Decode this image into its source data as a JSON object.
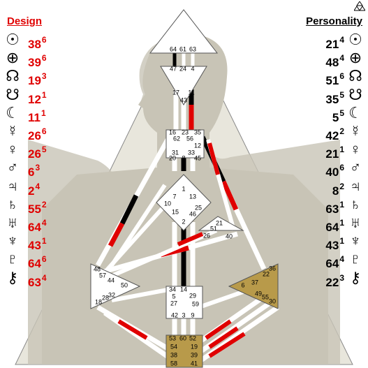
{
  "design": {
    "title": "Design",
    "rows": [
      {
        "icon": "sun-icon",
        "glyph": "☉",
        "gate": "38",
        "line": "6"
      },
      {
        "icon": "earth-icon",
        "glyph": "⊕",
        "gate": "39",
        "line": "6"
      },
      {
        "icon": "north-node-icon",
        "glyph": "☊",
        "gate": "19",
        "line": "3"
      },
      {
        "icon": "south-node-icon",
        "glyph": "☋",
        "gate": "12",
        "line": "1"
      },
      {
        "icon": "moon-icon",
        "glyph": "☾",
        "gate": "11",
        "line": "1"
      },
      {
        "icon": "mercury-icon",
        "glyph": "☿",
        "gate": "26",
        "line": "6"
      },
      {
        "icon": "venus-icon",
        "glyph": "♀",
        "gate": "26",
        "line": "5"
      },
      {
        "icon": "mars-icon",
        "glyph": "♂",
        "gate": "6",
        "line": "3"
      },
      {
        "icon": "jupiter-icon",
        "glyph": "♃",
        "gate": "2",
        "line": "4"
      },
      {
        "icon": "saturn-icon",
        "glyph": "♄",
        "gate": "55",
        "line": "2"
      },
      {
        "icon": "uranus-icon",
        "glyph": "♅",
        "gate": "64",
        "line": "4"
      },
      {
        "icon": "neptune-icon",
        "glyph": "♆",
        "gate": "43",
        "line": "1"
      },
      {
        "icon": "pluto-icon",
        "glyph": "♇",
        "gate": "64",
        "line": "6"
      },
      {
        "icon": "chiron-icon",
        "glyph": "⚷",
        "gate": "63",
        "line": "4"
      }
    ]
  },
  "personality": {
    "title": "Personality",
    "rows": [
      {
        "icon": "sun-icon",
        "glyph": "☉",
        "gate": "21",
        "line": "4"
      },
      {
        "icon": "earth-icon",
        "glyph": "⊕",
        "gate": "48",
        "line": "4"
      },
      {
        "icon": "north-node-icon",
        "glyph": "☊",
        "gate": "51",
        "line": "6"
      },
      {
        "icon": "south-node-icon",
        "glyph": "☋",
        "gate": "35",
        "line": "5"
      },
      {
        "icon": "moon-icon",
        "glyph": "☾",
        "gate": "5",
        "line": "5"
      },
      {
        "icon": "mercury-icon",
        "glyph": "☿",
        "gate": "42",
        "line": "2"
      },
      {
        "icon": "venus-icon",
        "glyph": "♀",
        "gate": "21",
        "line": "1"
      },
      {
        "icon": "mars-icon",
        "glyph": "♂",
        "gate": "40",
        "line": "6"
      },
      {
        "icon": "jupiter-icon",
        "glyph": "♃",
        "gate": "8",
        "line": "2"
      },
      {
        "icon": "saturn-icon",
        "glyph": "♄",
        "gate": "63",
        "line": "1"
      },
      {
        "icon": "uranus-icon",
        "glyph": "♅",
        "gate": "64",
        "line": "1"
      },
      {
        "icon": "neptune-icon",
        "glyph": "♆",
        "gate": "43",
        "line": "1"
      },
      {
        "icon": "pluto-icon",
        "glyph": "♇",
        "gate": "64",
        "line": "4"
      },
      {
        "icon": "chiron-icon",
        "glyph": "⚷",
        "gate": "22",
        "line": "3"
      }
    ]
  },
  "colors": {
    "design": "#e00000",
    "personality": "#000000",
    "defined_center": "#b89a4a",
    "silhouette": "#c8c4b6",
    "background_triangle": "#e8e6dc"
  },
  "logo_icon": "three-triangles-icon",
  "gates": [
    "64",
    "61",
    "63",
    "47",
    "24",
    "4",
    "17",
    "43",
    "11",
    "16",
    "62",
    "23",
    "56",
    "35",
    "12",
    "31",
    "20",
    "8",
    "33",
    "45",
    "7",
    "1",
    "13",
    "10",
    "15",
    "25",
    "2",
    "46",
    "51",
    "21",
    "26",
    "40",
    "48",
    "57",
    "44",
    "50",
    "32",
    "28",
    "18",
    "34",
    "14",
    "5",
    "29",
    "27",
    "59",
    "42",
    "3",
    "9",
    "53",
    "60",
    "52",
    "54",
    "19",
    "38",
    "39",
    "58",
    "41",
    "6",
    "37",
    "22",
    "36",
    "49",
    "55",
    "30"
  ]
}
